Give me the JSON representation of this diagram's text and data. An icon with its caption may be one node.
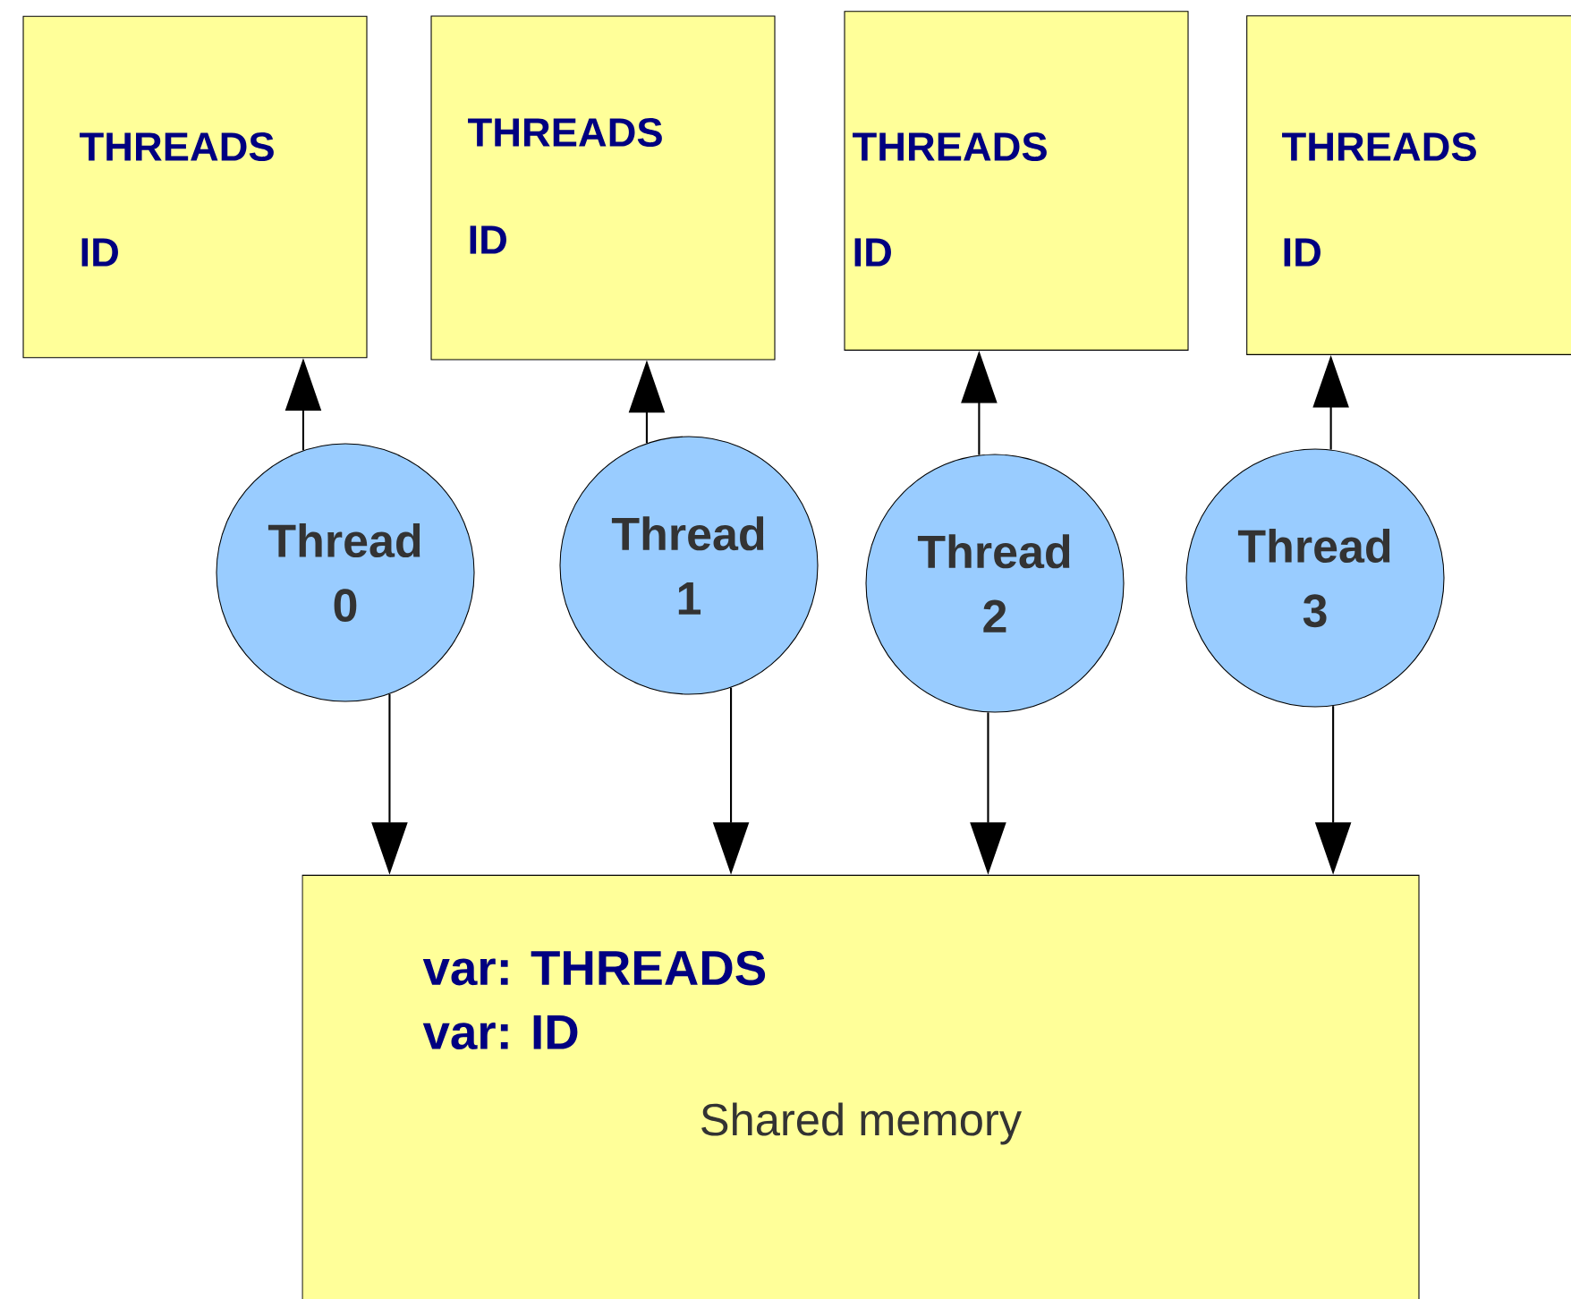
{
  "diagram": {
    "nodes": [
      {
        "text": [
          "THREADS",
          "ID"
        ]
      },
      {
        "text": [
          "THREADS",
          "ID"
        ]
      },
      {
        "text": [
          "THREADS",
          "ID"
        ]
      },
      {
        "text": [
          "THREADS",
          "ID"
        ]
      },
      {
        "text": [
          "Thread 0"
        ]
      },
      {
        "text": [
          "Thread 1"
        ]
      },
      {
        "text": [
          "Thread 2"
        ]
      },
      {
        "text": [
          "Thread 3"
        ]
      },
      {
        "text": [
          "var: THREADS",
          "var: ID",
          "Shared memory"
        ]
      }
    ],
    "edges": [
      {
        "from": 4,
        "to": 0,
        "arrow": "to"
      },
      {
        "from": 5,
        "to": 1,
        "arrow": "to"
      },
      {
        "from": 6,
        "to": 2,
        "arrow": "to"
      },
      {
        "from": 7,
        "to": 3,
        "arrow": "to"
      },
      {
        "from": 4,
        "to": 8,
        "arrow": "to"
      },
      {
        "from": 5,
        "to": 8,
        "arrow": "to"
      },
      {
        "from": 6,
        "to": 8,
        "arrow": "to"
      },
      {
        "from": 7,
        "to": 8,
        "arrow": "to"
      }
    ]
  }
}
